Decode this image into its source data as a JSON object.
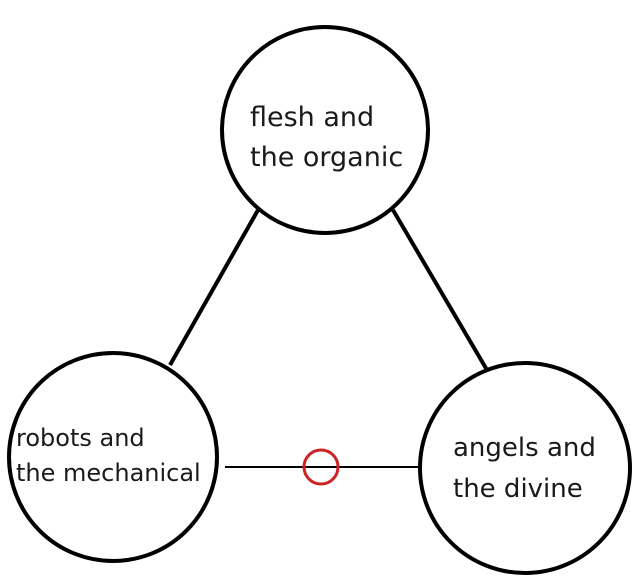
{
  "nodes": {
    "top": {
      "line1": "flesh and",
      "line2": "the organic"
    },
    "left": {
      "line1": "robots and",
      "line2": "the mechanical"
    },
    "right": {
      "line1": "angels and",
      "line2": "the divine"
    }
  },
  "colors": {
    "outline": "#000000",
    "marker": "#cc2222"
  }
}
